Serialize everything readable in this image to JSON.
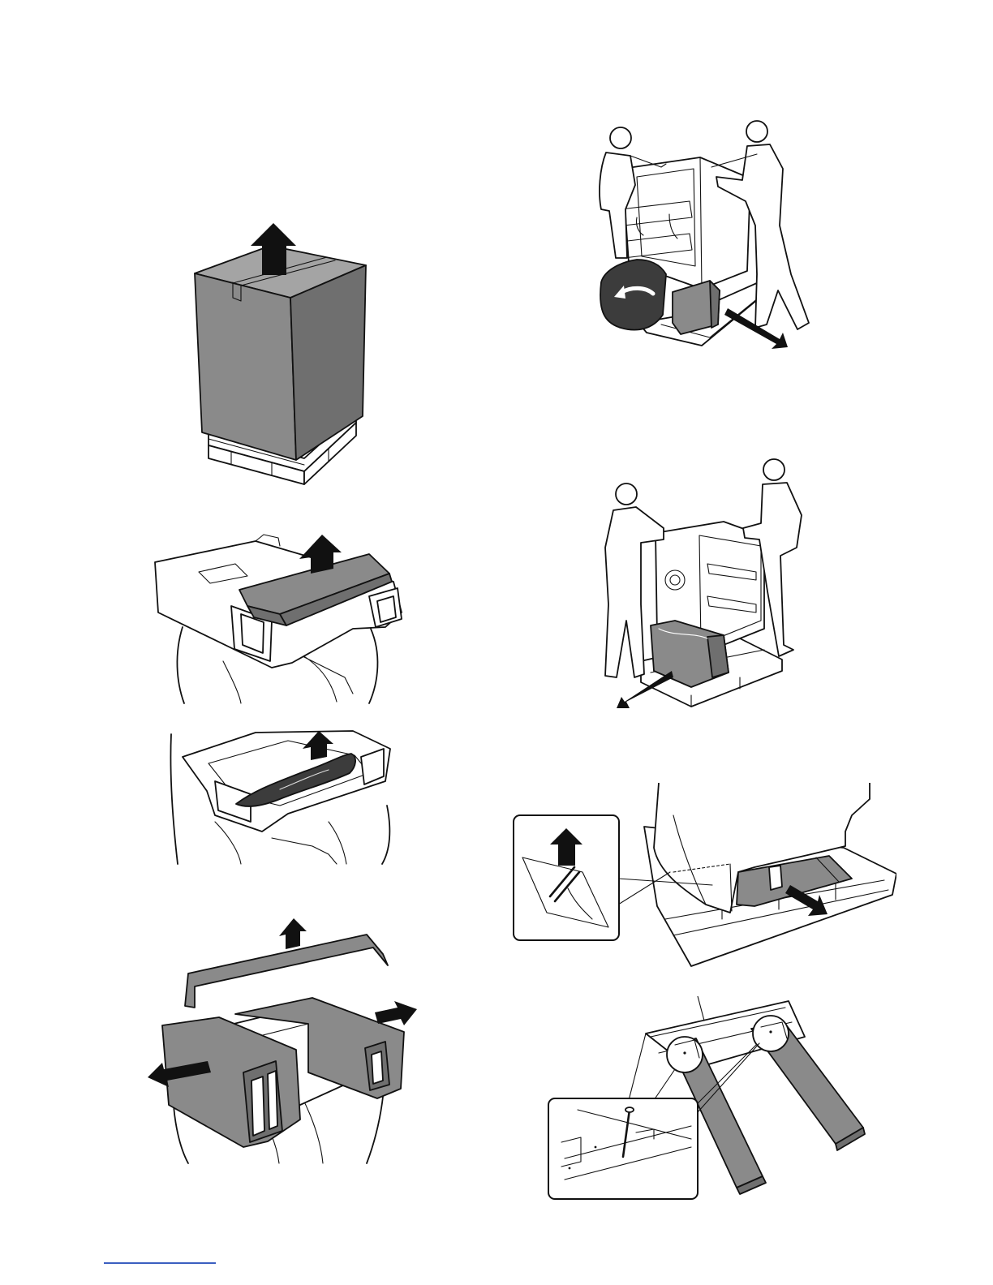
{
  "page": {
    "figures": [
      {
        "id": "fig-1",
        "icon": "boxed-unit-on-pallet-illustration"
      },
      {
        "id": "fig-2",
        "icon": "top-cushion-removal-illustration"
      },
      {
        "id": "fig-3",
        "icon": "bag-removal-illustration"
      },
      {
        "id": "fig-4",
        "icon": "side-cushions-removal-illustration"
      },
      {
        "id": "fig-5",
        "icon": "two-people-remove-front-cushion-illustration"
      },
      {
        "id": "fig-6",
        "icon": "two-people-remove-rear-cushion-illustration"
      },
      {
        "id": "fig-7",
        "icon": "screw-bag-removal-illustration"
      },
      {
        "id": "fig-8",
        "icon": "ramp-fixing-illustration"
      }
    ],
    "colors": {
      "line": "#111111",
      "fill_gray": "#8a8a8a",
      "fill_dark": "#3c3c3c",
      "footer_link": "#3b5fc0"
    }
  }
}
